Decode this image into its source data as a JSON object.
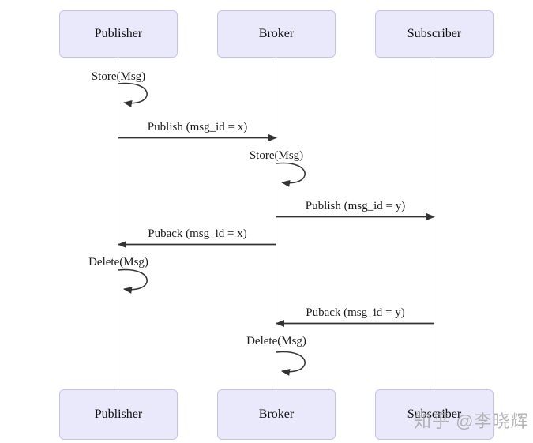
{
  "diagram_type": "sequence-diagram",
  "actors": [
    {
      "label": "Publisher"
    },
    {
      "label": "Broker"
    },
    {
      "label": "Subscriber"
    }
  ],
  "messages": [
    {
      "label": "Store(Msg)",
      "kind": "self-loop",
      "actor": "Publisher"
    },
    {
      "label": "Publish (msg_id = x)",
      "kind": "arrow",
      "from": "Publisher",
      "to": "Broker"
    },
    {
      "label": "Store(Msg)",
      "kind": "self-loop",
      "actor": "Broker"
    },
    {
      "label": "Publish (msg_id = y)",
      "kind": "arrow",
      "from": "Broker",
      "to": "Subscriber"
    },
    {
      "label": "Puback (msg_id = x)",
      "kind": "arrow",
      "from": "Broker",
      "to": "Publisher"
    },
    {
      "label": "Delete(Msg)",
      "kind": "self-loop",
      "actor": "Publisher"
    },
    {
      "label": "Puback (msg_id = y)",
      "kind": "arrow",
      "from": "Subscriber",
      "to": "Broker"
    },
    {
      "label": "Delete(Msg)",
      "kind": "self-loop",
      "actor": "Broker"
    }
  ],
  "watermark": "知乎 @李晓辉",
  "colors": {
    "actor_fill": "#e9e9fb",
    "actor_border": "#c5c5ec",
    "lifeline": "#cccccc",
    "arrow": "#333333",
    "watermark_gray": "#9e9e9e"
  }
}
